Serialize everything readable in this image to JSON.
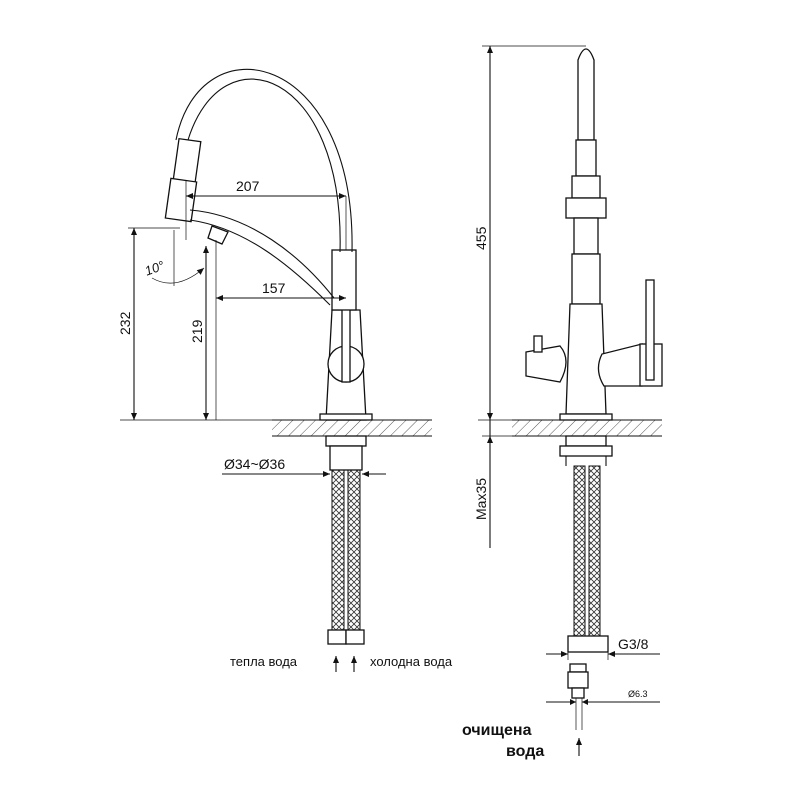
{
  "dimensions": {
    "spout_reach": "207",
    "aerator_reach": "157",
    "height_total": "232",
    "height_outlet": "219",
    "swivel_angle": "10°",
    "hole_diameter": "Ø34~Ø36",
    "overall_height": "455",
    "max_counter": "Max35",
    "thread": "G3/8",
    "filter_diameter": "Ø6.3"
  },
  "labels": {
    "warm_water": "тепла вода",
    "cold_water": "холодна вода",
    "purified_line1": "очищена",
    "purified_line2": "вода"
  },
  "colors": {
    "ink": "#111111",
    "hatch": "#555555",
    "background": "#ffffff"
  }
}
